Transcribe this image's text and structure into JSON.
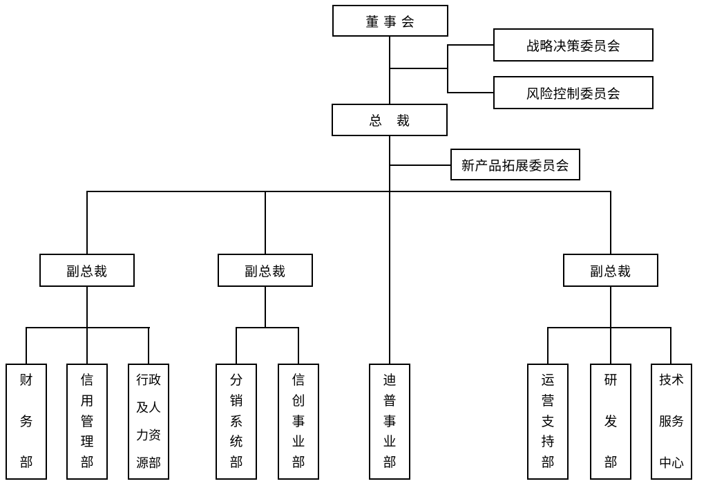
{
  "chart": {
    "type": "org-chart",
    "board": {
      "label": "董 事 会"
    },
    "board_committees": [
      {
        "label": "战略决策委员会"
      },
      {
        "label": "风险控制委员会"
      }
    ],
    "president": {
      "label": "总　裁"
    },
    "president_committee": {
      "label": "新产品拓展委员会"
    },
    "vice_presidents": [
      {
        "label": "副总裁"
      },
      {
        "label": "副总裁"
      },
      {
        "label": "副总裁"
      }
    ],
    "departments": [
      {
        "name": "finance-dept",
        "label": "财务部",
        "lines": [
          "财",
          "务",
          "部"
        ],
        "parent": "vp-1"
      },
      {
        "name": "credit-management-dept",
        "label": "信用管理部",
        "lines": [
          "信",
          "用",
          "管",
          "理",
          "部"
        ],
        "parent": "vp-1"
      },
      {
        "name": "admin-hr-dept",
        "label": "行政及人力资源部",
        "lines": [
          "行政",
          "及人",
          "力资",
          "源部"
        ],
        "parent": "vp-1"
      },
      {
        "name": "distribution-system-dept",
        "label": "分销系统部",
        "lines": [
          "分",
          "销",
          "系",
          "统",
          "部"
        ],
        "parent": "vp-2"
      },
      {
        "name": "xinchuang-business-dept",
        "label": "信创事业部",
        "lines": [
          "信",
          "创",
          "事",
          "业",
          "部"
        ],
        "parent": "vp-2"
      },
      {
        "name": "dipu-business-dept",
        "label": "迪普事业部",
        "lines": [
          "迪",
          "普",
          "事",
          "业",
          "部"
        ],
        "parent": "president"
      },
      {
        "name": "operations-support-dept",
        "label": "运营支持部",
        "lines": [
          "运",
          "营",
          "支",
          "持",
          "部"
        ],
        "parent": "vp-3"
      },
      {
        "name": "rnd-dept",
        "label": "研发部",
        "lines": [
          "研",
          "发",
          "部"
        ],
        "parent": "vp-3"
      },
      {
        "name": "tech-service-center",
        "label": "技术服务中心",
        "lines": [
          "技术",
          "服务",
          "中心"
        ],
        "parent": "vp-3"
      }
    ],
    "colors": {
      "line": "#000000",
      "box_border": "#000000",
      "background": "#ffffff",
      "text": "#000000"
    }
  }
}
